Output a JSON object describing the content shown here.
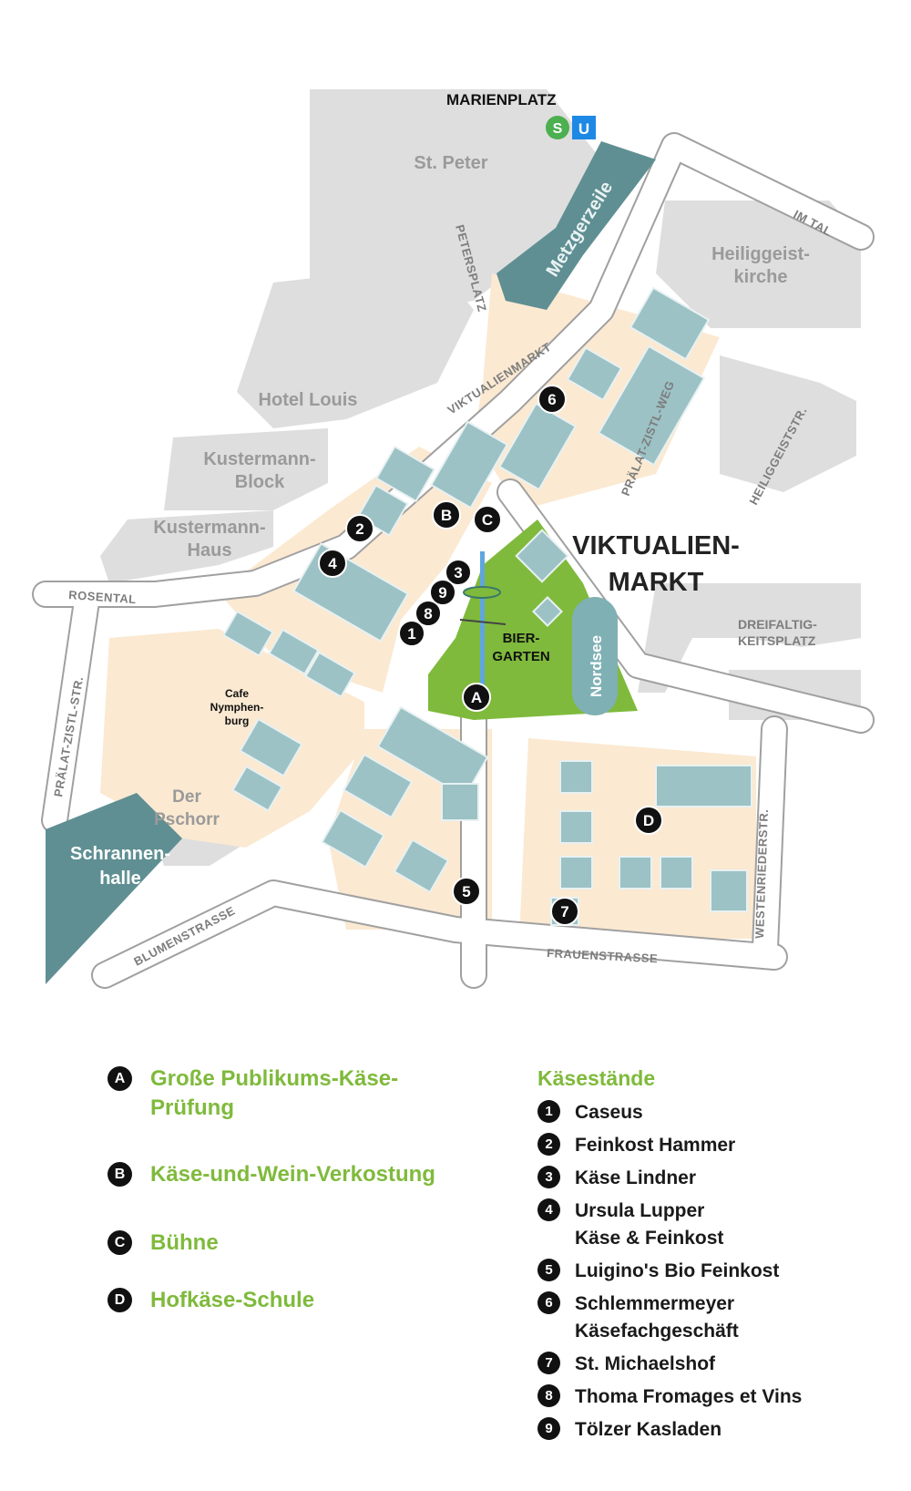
{
  "map": {
    "station": {
      "label": "MARIENPLATZ",
      "s_symbol": "S",
      "u_symbol": "U"
    },
    "title_line1": "VIKTUALIEN-",
    "title_line2": "MARKT",
    "buildings": {
      "st_peter": "St. Peter",
      "heiliggeist_1": "Heiliggeist-",
      "heiliggeist_2": "kirche",
      "hotel_louis": "Hotel Louis",
      "kustermann_block_1": "Kustermann-",
      "kustermann_block_2": "Block",
      "kustermann_haus_1": "Kustermann-",
      "kustermann_haus_2": "Haus",
      "der_pschorr_1": "Der",
      "der_pschorr_2": "Pschorr",
      "schrannenhalle_1": "Schrannen-",
      "schrannenhalle_2": "halle",
      "metzgerzeile": "Metzgerzeile",
      "biergarten_1": "BIER-",
      "biergarten_2": "GARTEN",
      "nordsee": "Nordsee",
      "cafe_1": "Cafe",
      "cafe_2": "Nymphen-",
      "cafe_3": "burg",
      "dreifaltigkeitsplatz_1": "DREIFALTIG-",
      "dreifaltigkeitsplatz_2": "KEITSPLATZ"
    },
    "streets": {
      "im_tal": "IM TAL",
      "petersplatz": "PETERSPLATZ",
      "viktualienmarkt": "VIKTUALIENMARKT",
      "prälat_zistl": "PRÄLAT-ZISTL-WEG",
      "heiliggeiststr": "HEILIGGEISTSTR.",
      "rosental": "ROSENTAL",
      "reichenbach": "PRÄLAT-ZISTL-STR.",
      "blumenstrasse": "BLUMENSTRASSE",
      "frauenstrasse": "FRAUENSTRASSE",
      "westenriederstr": "WESTENRIEDERSTR."
    },
    "markers": [
      {
        "id": "A",
        "label": "A"
      },
      {
        "id": "B",
        "label": "B"
      },
      {
        "id": "C",
        "label": "C"
      },
      {
        "id": "D",
        "label": "D"
      },
      {
        "id": "1",
        "label": "1"
      },
      {
        "id": "2",
        "label": "2"
      },
      {
        "id": "3",
        "label": "3"
      },
      {
        "id": "4",
        "label": "4"
      },
      {
        "id": "5",
        "label": "5"
      },
      {
        "id": "6",
        "label": "6"
      },
      {
        "id": "7",
        "label": "7"
      },
      {
        "id": "8",
        "label": "8"
      },
      {
        "id": "9",
        "label": "9"
      }
    ],
    "colors": {
      "market": "#fbe9d2",
      "building": "#dedede",
      "stall": "#7fb0b4",
      "teal": "#5f8f92",
      "green": "#7fba3c",
      "road_outline": "#a0a0a0"
    }
  },
  "legend_left": [
    {
      "badge": "A",
      "text": "Große Publikums-Käse-Prüfung"
    },
    {
      "badge": "B",
      "text": "Käse-und-Wein-Verkostung"
    },
    {
      "badge": "C",
      "text": "Bühne"
    },
    {
      "badge": "D",
      "text": "Hofkäse-Schule"
    }
  ],
  "legend_right": {
    "title": "Käsestände",
    "items": [
      {
        "badge": "1",
        "text": "Caseus"
      },
      {
        "badge": "2",
        "text": "Feinkost Hammer"
      },
      {
        "badge": "3",
        "text": "Käse Lindner"
      },
      {
        "badge": "4",
        "text": "Ursula Lupper Käse & Feinkost"
      },
      {
        "badge": "5",
        "text": "Luigino's Bio Feinkost"
      },
      {
        "badge": "6",
        "text": "Schlemmermeyer Käsefachgeschäft"
      },
      {
        "badge": "7",
        "text": "St. Michaelshof"
      },
      {
        "badge": "8",
        "text": "Thoma Fromages et Vins"
      },
      {
        "badge": "9",
        "text": "Tölzer Kasladen"
      }
    ]
  }
}
